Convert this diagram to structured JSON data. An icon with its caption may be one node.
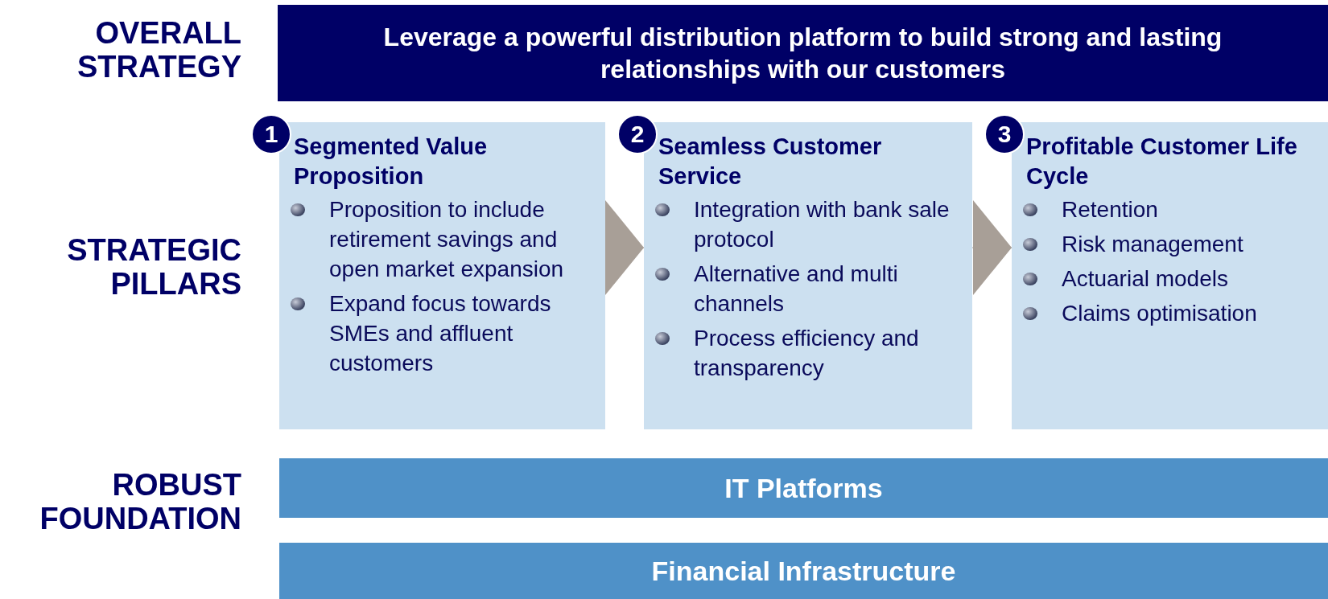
{
  "diagram": {
    "nodes": [
      {
        "text": [
          "Leverage a powerful distribution platform to build strong and lasting relationships with our customers"
        ]
      },
      {
        "text": [
          "1"
        ]
      },
      {
        "text": [
          "Segmented Value Proposition",
          "Proposition to include retirement savings and open market expansion",
          "Expand focus towards SMEs and affluent customers"
        ]
      },
      {
        "text": [
          "2"
        ]
      },
      {
        "text": [
          "Seamless Customer Service",
          "Integration with bank sale protocol",
          "Alternative and multi channels",
          "Process efficiency and transparency"
        ]
      },
      {
        "text": [
          "3"
        ]
      },
      {
        "text": [
          "Profitable Customer Life Cycle",
          "Retention",
          "Risk management",
          "Actuarial models",
          "Claims optimisation"
        ]
      },
      {
        "text": [
          "IT Platforms"
        ]
      },
      {
        "text": [
          "Financial Infrastructure"
        ]
      }
    ],
    "edges": [
      {
        "from": 2,
        "to": 4,
        "arrow": "to"
      },
      {
        "from": 4,
        "to": 6,
        "arrow": "to"
      }
    ],
    "labels": [
      "OVERALL STRATEGY",
      "STRATEGIC PILLARS",
      "ROBUST FOUNDATION"
    ]
  }
}
